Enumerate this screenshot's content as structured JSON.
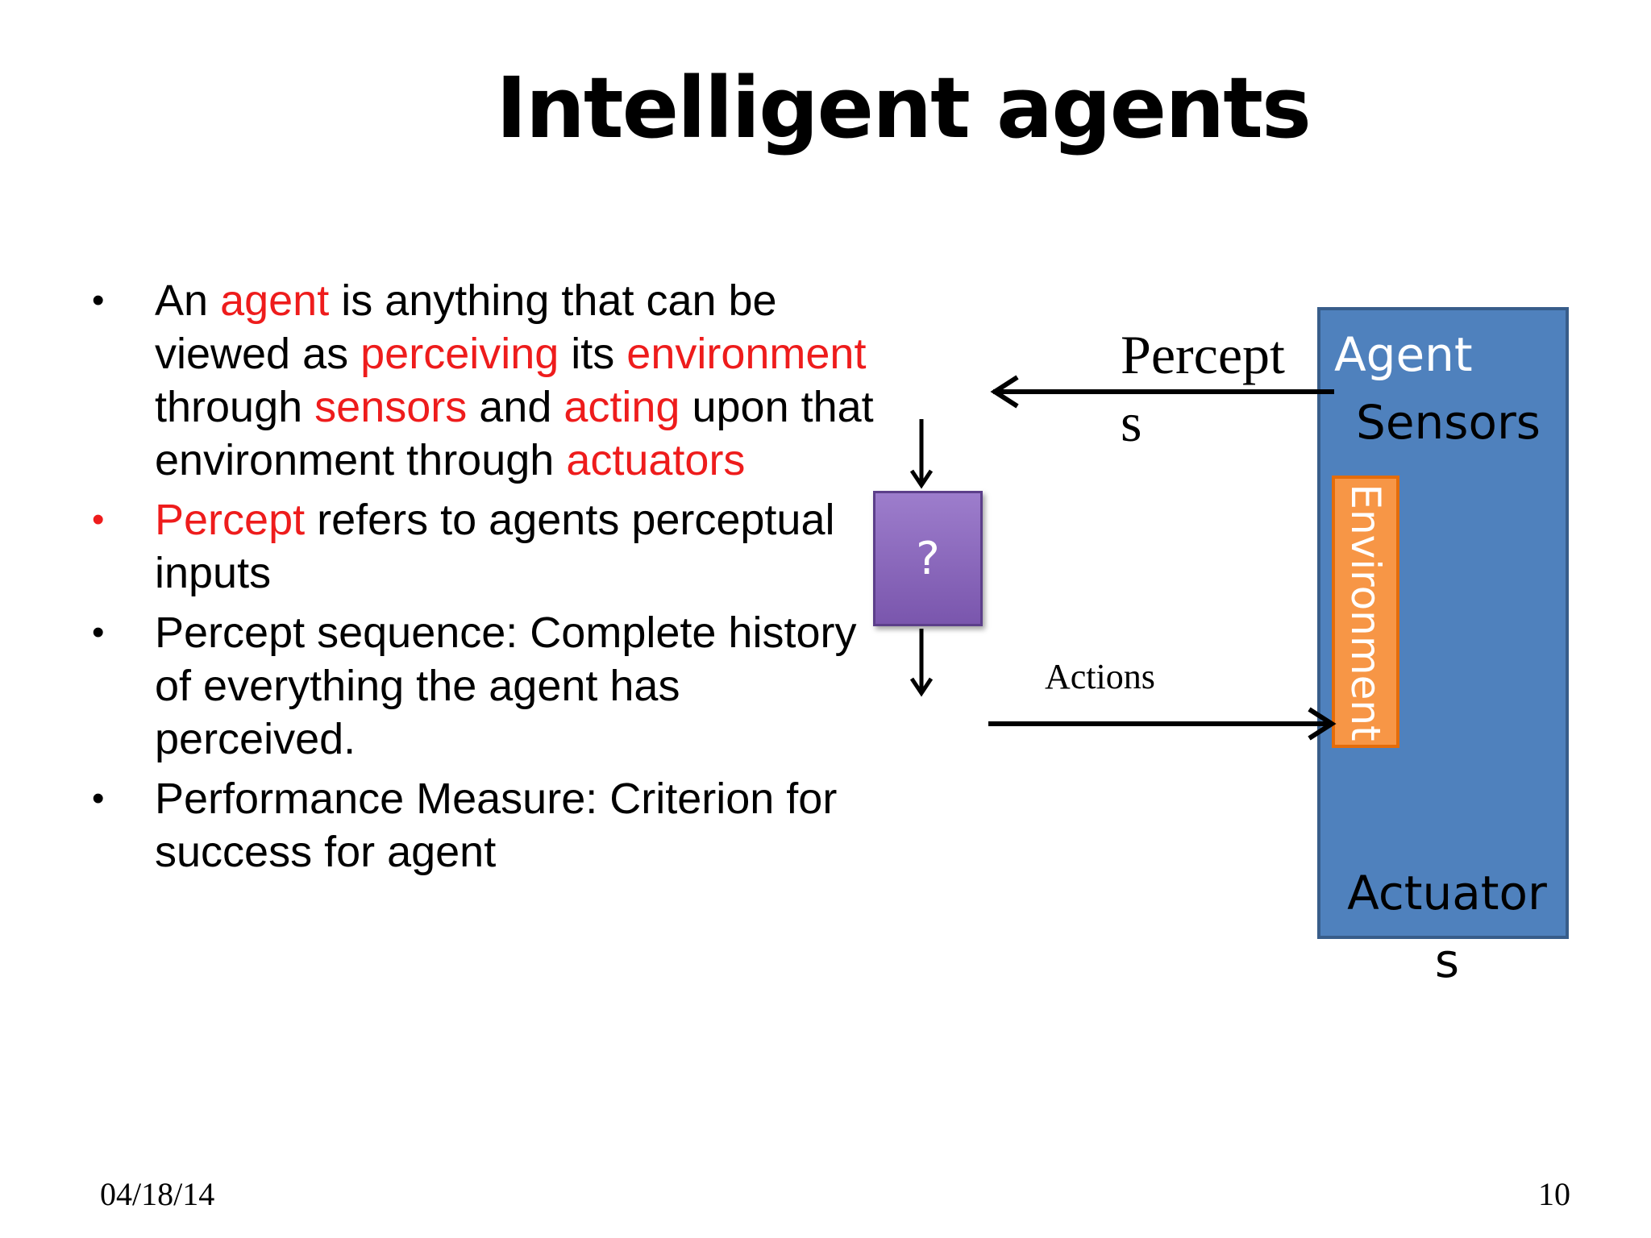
{
  "slide": {
    "title": "Intelligent agents",
    "bullets": [
      {
        "dot_color": "#000000",
        "segments": [
          {
            "text": "An ",
            "red": false
          },
          {
            "text": "agent",
            "red": true
          },
          {
            "text": " is anything that can be viewed as ",
            "red": false
          },
          {
            "text": "perceiving",
            "red": true
          },
          {
            "text": " its ",
            "red": false
          },
          {
            "text": "environment",
            "red": true
          },
          {
            "text": " through ",
            "red": false
          },
          {
            "text": "sensors",
            "red": true
          },
          {
            "text": " and ",
            "red": false
          },
          {
            "text": "acting",
            "red": true
          },
          {
            "text": " upon that environment through ",
            "red": false
          },
          {
            "text": "actuators",
            "red": true
          }
        ]
      },
      {
        "dot_color": "#ee1c1c",
        "segments": [
          {
            "text": "Percept",
            "red": true
          },
          {
            "text": " refers to agents perceptual inputs",
            "red": false
          }
        ]
      },
      {
        "dot_color": "#000000",
        "segments": [
          {
            "text": "Percept sequence: Complete history of everything the agent has perceived.",
            "red": false
          }
        ]
      },
      {
        "dot_color": "#000000",
        "segments": [
          {
            "text": "Performance Measure: Criterion for success for agent",
            "red": false
          }
        ]
      }
    ],
    "bullet_glyph": "•",
    "diagram": {
      "agent_label": "Agent",
      "sensors_label": "Sensors",
      "actuators_label": "Actuators",
      "environment_label": "Environment",
      "question_label": "?",
      "percepts_label": "Percepts",
      "actions_label": "Actions"
    },
    "footer": {
      "date": "04/18/14",
      "page_number": "10"
    },
    "colors": {
      "accent_red": "#ee1c1c",
      "agent_blue": "#4f81bd",
      "environment_orange": "#f79646",
      "question_purple": "#8064a2"
    }
  }
}
